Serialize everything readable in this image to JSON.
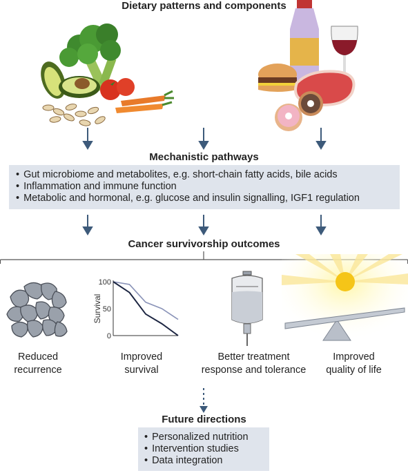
{
  "colors": {
    "box_fill": "#dfe4ec",
    "arrow": "#3d5a7a",
    "line": "#555555",
    "dark_line": "#1c2541",
    "light_line": "#8a93b8"
  },
  "header": {
    "title": "Dietary patterns and components"
  },
  "illustrations": {
    "left": "healthy-foods-illustration",
    "right": "unhealthy-foods-illustration"
  },
  "mechanisms": {
    "title": "Mechanistic pathways",
    "items": [
      "Gut microbiome and metabolites, e.g. short-chain fatty acids, bile acids",
      "Inflammation and immune function",
      "Metabolic and hormonal, e.g. glucose and insulin signalling, IGF1 regulation"
    ]
  },
  "outcomes": {
    "title": "Cancer survivorship outcomes",
    "items": [
      {
        "label1": "Reduced",
        "label2": "recurrence",
        "icon": "cell-cluster-icon"
      },
      {
        "label1": "Improved",
        "label2": "survival",
        "icon": "survival-chart-icon"
      },
      {
        "label1": "Better treatment",
        "label2": "response and tolerance",
        "icon": "iv-bag-icon"
      },
      {
        "label1": "Improved",
        "label2": "quality of life",
        "icon": "balance-sun-icon"
      }
    ]
  },
  "survival_chart": {
    "type": "line",
    "ylabel": "Survival",
    "y_ticks": [
      "100",
      "50",
      "0"
    ],
    "ylim": [
      0,
      100
    ],
    "x": [
      0,
      1,
      2,
      3,
      4
    ],
    "series": [
      {
        "values": [
          100,
          95,
          62,
          50,
          30
        ]
      },
      {
        "values": [
          100,
          80,
          40,
          22,
          0
        ]
      }
    ]
  },
  "future": {
    "title": "Future directions",
    "items": [
      "Personalized nutrition",
      "Intervention studies",
      "Data integration"
    ]
  }
}
